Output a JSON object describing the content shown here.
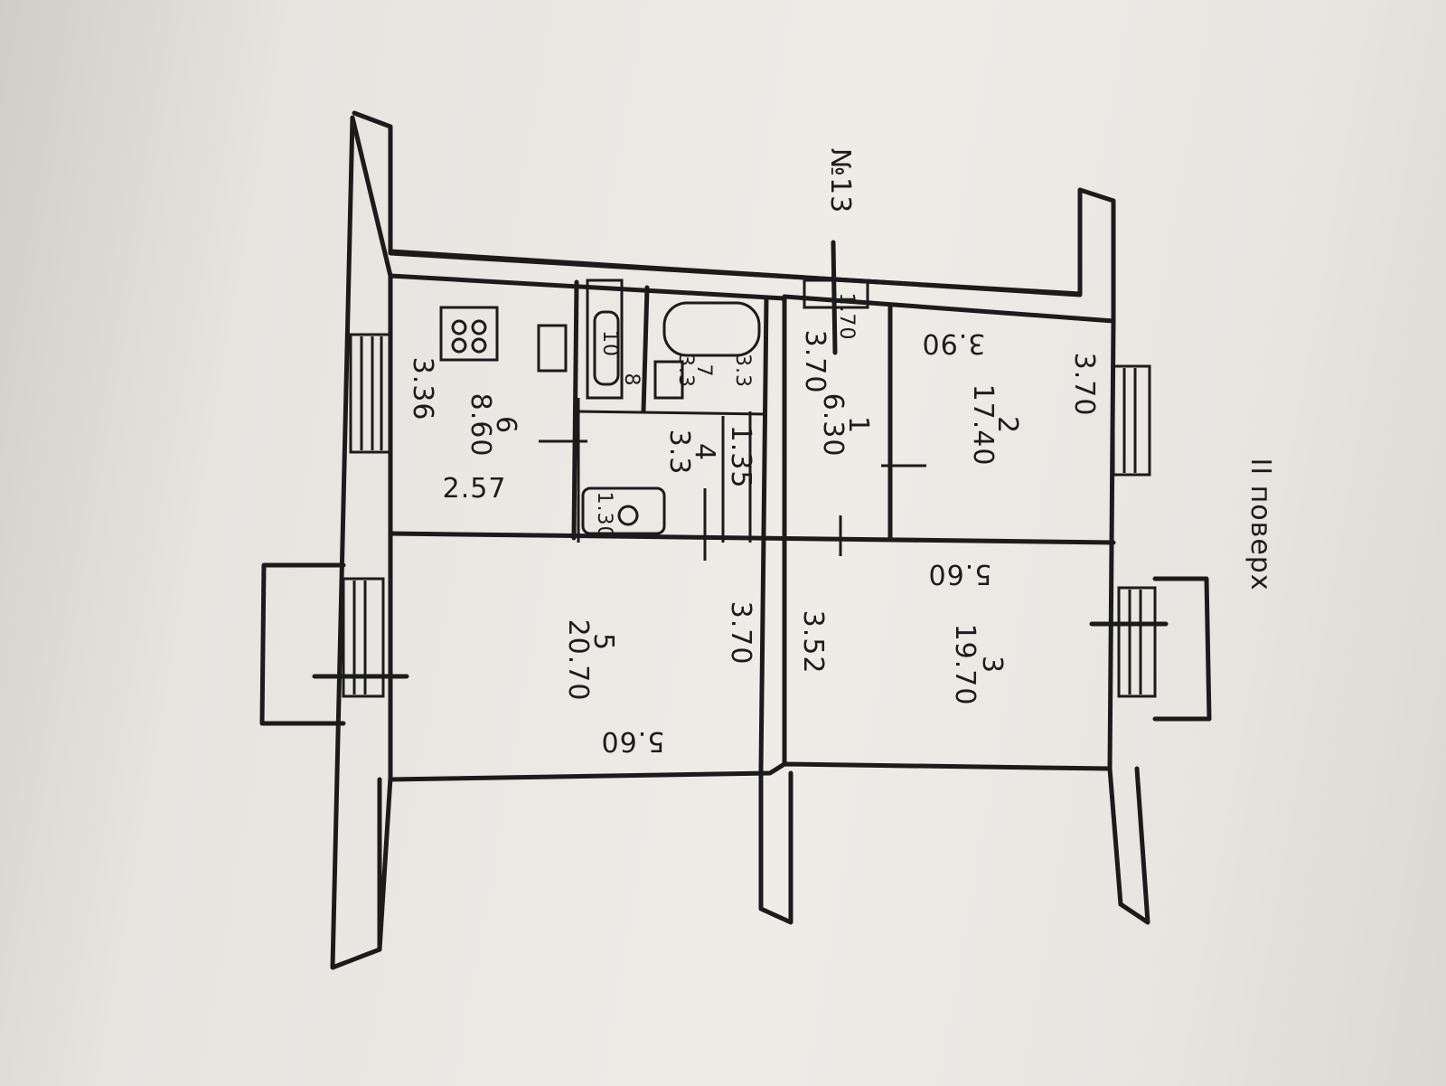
{
  "document": {
    "apartment_number": "№13",
    "floor": "ІІ поверх",
    "rooms": [
      {
        "id": "1",
        "area": "6.30",
        "width": "1.70",
        "length": "3.70"
      },
      {
        "id": "2",
        "area": "17.40",
        "width": "3.90",
        "length": "3.70"
      },
      {
        "id": "3",
        "area": "19.70",
        "width": "5.60",
        "length": "3.52"
      },
      {
        "id": "4",
        "area": "3.3",
        "width": "1.35"
      },
      {
        "id": "5",
        "area": "20.70",
        "width": "5.60",
        "length": "3.70"
      },
      {
        "id": "6",
        "area": "8.60",
        "width": "2.57",
        "length": "3.36"
      },
      {
        "id": "7",
        "area": "3.3"
      },
      {
        "id": "8",
        "area": "1.30"
      }
    ],
    "extra_labels": {
      "bath_dim": "3.3",
      "stove_label": "10",
      "balcony": ""
    }
  }
}
